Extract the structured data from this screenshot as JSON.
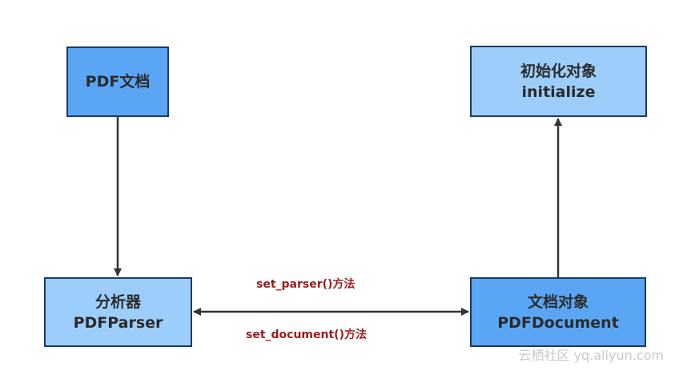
{
  "nodes": {
    "pdf_doc": {
      "line1": "PDF文档"
    },
    "init": {
      "line1": "初始化对象",
      "line2": "initialize"
    },
    "parser": {
      "line1": "分析器",
      "line2": "PDFParser"
    },
    "document": {
      "line1": "文档对象",
      "line2": "PDFDocument"
    }
  },
  "edges": {
    "set_parser_label": "set_parser()方法",
    "set_document_label": "set_document()方法"
  },
  "watermark": "云栖社区 yq.aliyun.com",
  "colors": {
    "dark_node": "#5aa6f5",
    "light_node": "#9ccdfb",
    "border": "#1f3a5f",
    "edge_label": "#9b1c1c",
    "arrow": "#333333"
  }
}
